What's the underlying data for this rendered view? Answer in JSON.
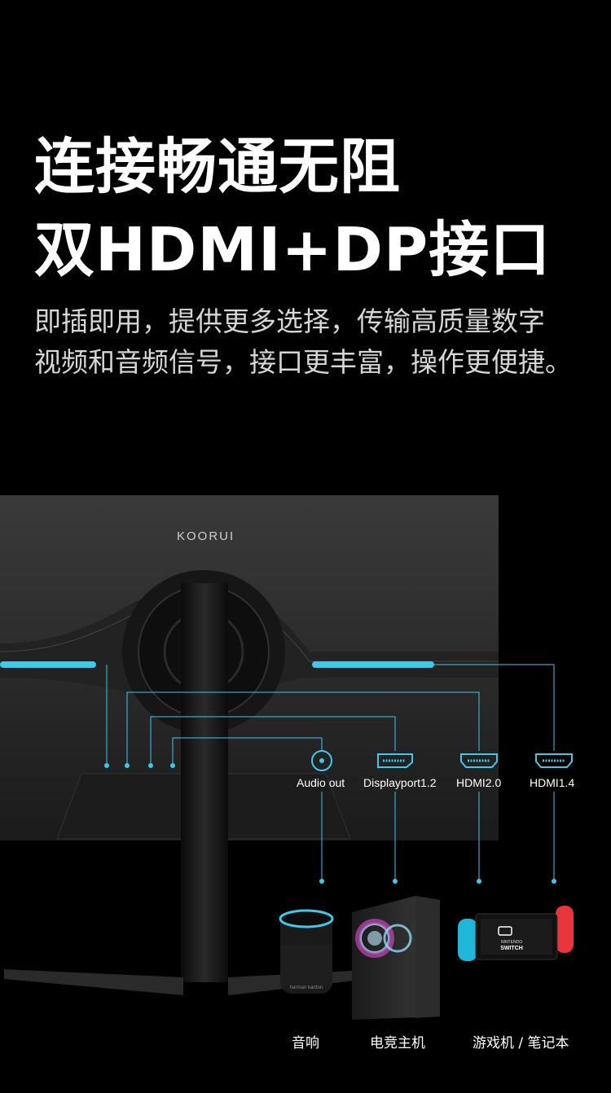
{
  "headline": {
    "line1": "连接畅通无阻",
    "line2": "双HDMI+DP接口"
  },
  "description": {
    "line1": "即插即用，提供更多选择，传输高质量数字",
    "line2": "视频和音频信号，接口更丰富，操作更便捷。"
  },
  "brand": "KOORUI",
  "ports": [
    {
      "label": "Audio out",
      "icon": "audio-jack-icon"
    },
    {
      "label": "Displayport1.2",
      "icon": "displayport-icon"
    },
    {
      "label": "HDMI2.0",
      "icon": "hdmi-icon"
    },
    {
      "label": "HDMI1.4",
      "icon": "hdmi-icon"
    }
  ],
  "devices": [
    {
      "label": "音响",
      "icon": "speaker-icon"
    },
    {
      "label": "电竞主机",
      "icon": "pc-tower-icon"
    },
    {
      "label": "游戏机 / 笔记本",
      "icon": "game-console-icon"
    }
  ],
  "device_text": {
    "speaker_brand": "harman kardon",
    "console_brand_1": "NINTENDO",
    "console_brand_2": "SWITCH"
  },
  "colors": {
    "accent": "#3fc8ea",
    "background": "#000000",
    "joycon_left": "#1fb7d8",
    "joycon_right": "#e8363d"
  }
}
